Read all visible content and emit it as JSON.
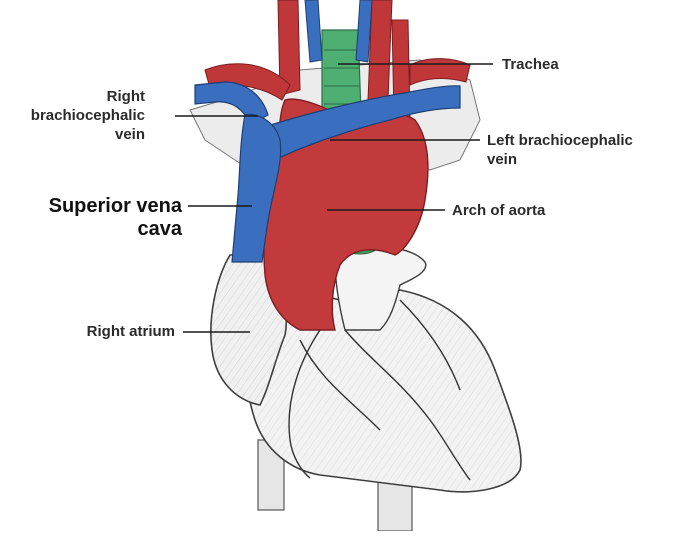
{
  "labels": {
    "trachea": "Trachea",
    "right_brachiocephalic_vein": "Right\nbrachiocephalic\nvein",
    "left_brachiocephalic_vein": "Left brachiocephalic\nvein",
    "superior_vena_cava": "Superior vena\ncava",
    "arch_of_aorta": "Arch of aorta",
    "right_atrium": "Right atrium"
  },
  "colors": {
    "vein": "#3a6fbf",
    "artery": "#c23a3c",
    "trachea": "#49a56a",
    "heart": "#f2f2f2",
    "outline": "#4a4a4a",
    "leader": "#1a1a1a"
  }
}
